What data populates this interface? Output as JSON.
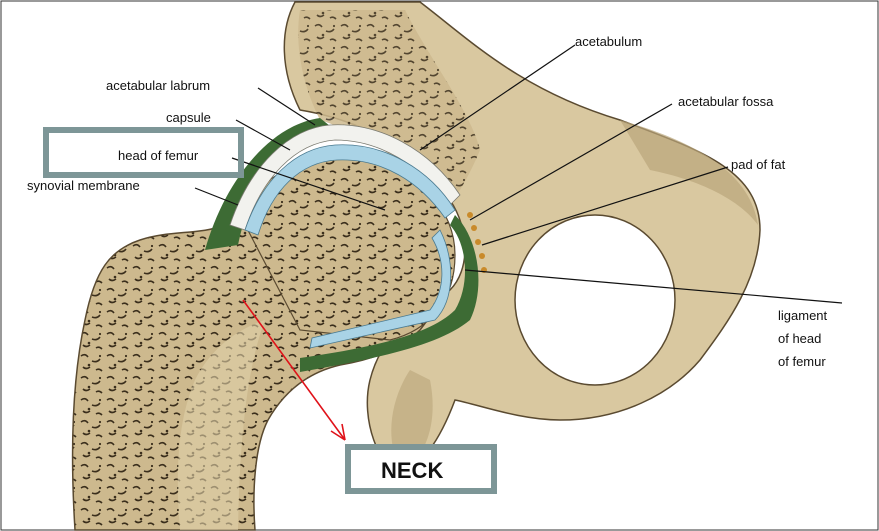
{
  "labels": {
    "acetabulum": "acetabulum",
    "acetabular_labrum": "acetabular labrum",
    "acetabular_fossa": "acetabular fossa",
    "capsule": "capsule",
    "head_of_femur": "head of femur",
    "pad_of_fat": "pad of fat",
    "synovial_membrane": "synovial membrane",
    "ligament_line1": "ligament",
    "ligament_line2": "of head",
    "ligament_line3": "of femur",
    "neck": "NECK"
  },
  "colors": {
    "bone": "#d9c8a0",
    "bone_shadow": "#b9a57a",
    "cartilage": "#a9d3e6",
    "capsule_white": "#f2f2ee",
    "synovial_green": "#3d6b34",
    "highlight_box": "#7d9697",
    "arrow": "#e0121a"
  }
}
